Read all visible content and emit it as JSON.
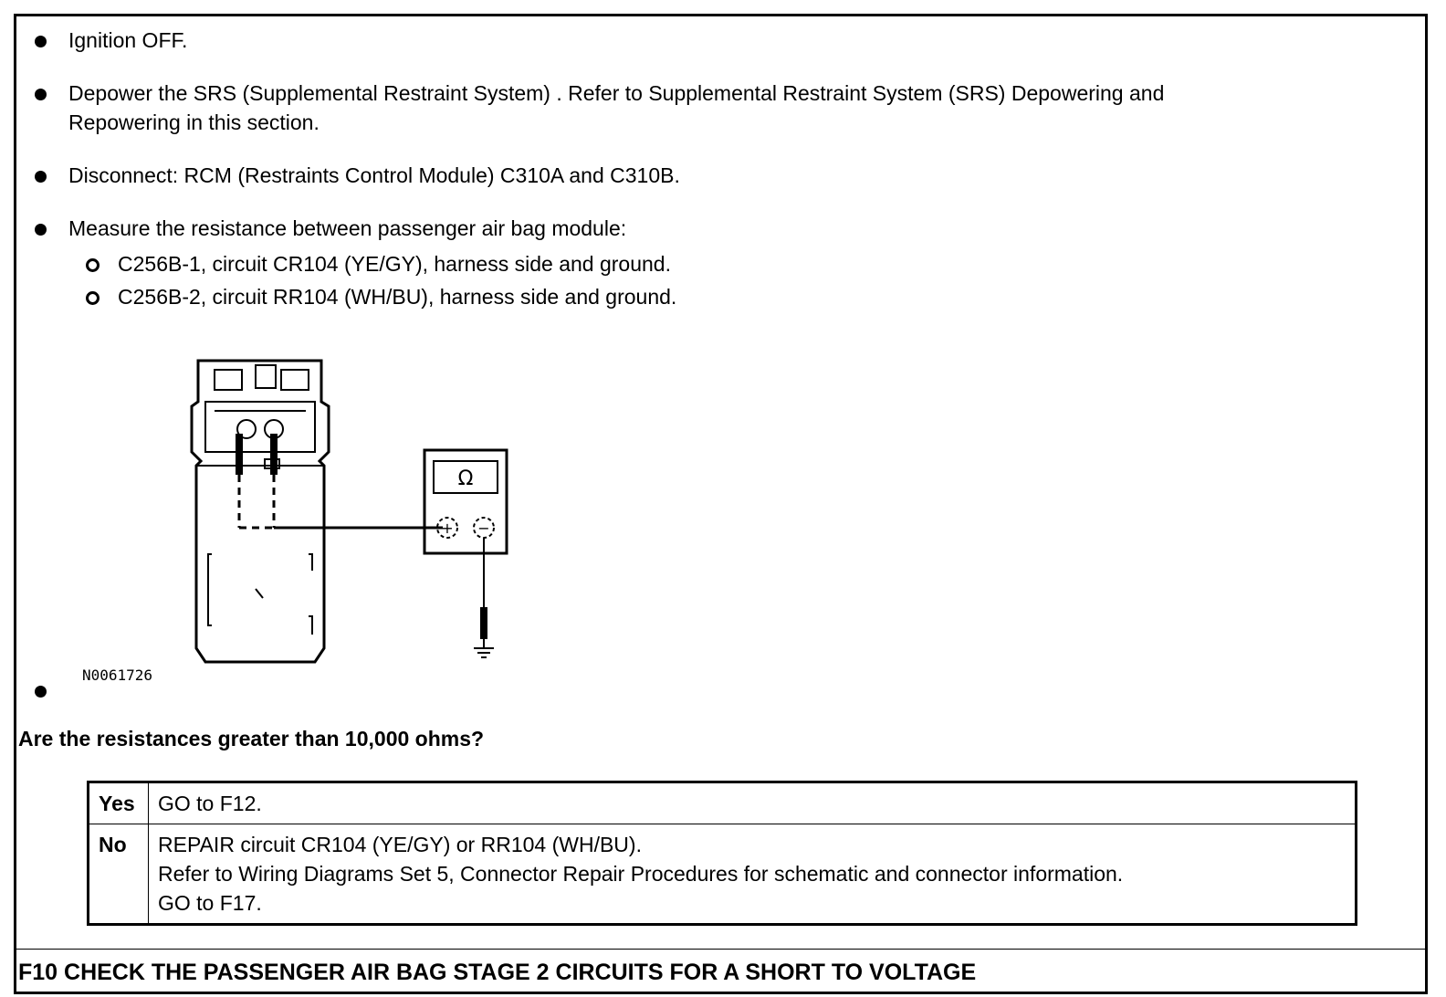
{
  "steps": [
    {
      "text": "Ignition OFF."
    },
    {
      "line1": "Depower the SRS (Supplemental Restraint System) . Refer to Supplemental Restraint System (SRS) Depowering and",
      "line2": "Repowering in this section."
    },
    {
      "text": "Disconnect: RCM (Restraints Control Module) C310A and C310B."
    },
    {
      "text": "Measure the resistance between passenger air bag module:",
      "subs": [
        "C256B-1, circuit CR104 (YE/GY), harness side and ground.",
        "C256B-2, circuit RR104 (WH/BU), harness side and ground."
      ]
    }
  ],
  "figure": {
    "id": "N0061726",
    "meter_symbol": "Ω",
    "plus": "+",
    "minus": "−"
  },
  "question": "Are the resistances greater than 10,000 ohms?",
  "result_table": {
    "rows": [
      {
        "label": "Yes",
        "lines": [
          "GO to F12."
        ]
      },
      {
        "label": "No",
        "lines": [
          "REPAIR circuit CR104 (YE/GY) or RR104 (WH/BU).",
          "Refer to Wiring Diagrams Set 5, Connector Repair Procedures for schematic and connector information.",
          "GO to F17."
        ]
      }
    ]
  },
  "next_step": "F10 CHECK THE PASSENGER AIR BAG STAGE 2 CIRCUITS FOR A SHORT TO VOLTAGE"
}
